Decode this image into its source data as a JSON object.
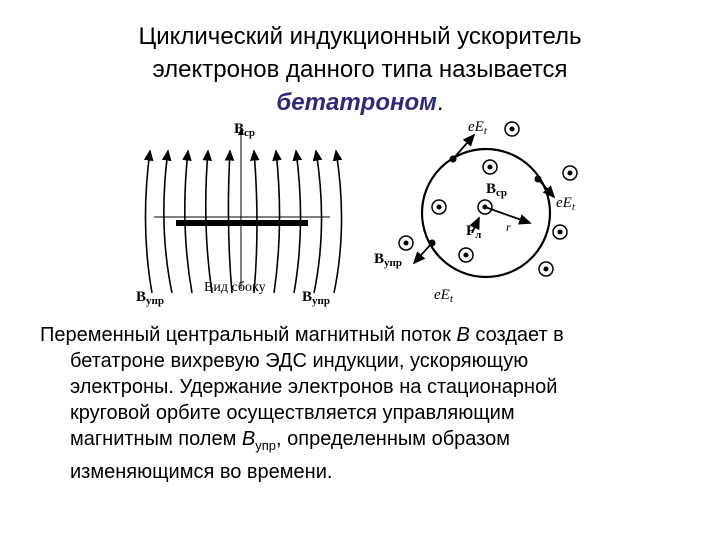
{
  "slide": {
    "title_line1": "Циклический индукционный ускоритель",
    "title_line2": "электронов данного типа называется",
    "title_term": "бетатроном",
    "title_end": "."
  },
  "figure": {
    "left": {
      "top_label_B": "B",
      "top_label_sub": "ср",
      "caption": "Вид сбоку",
      "bottom_left_B": "B",
      "bottom_left_sub": "упр",
      "bottom_right_B": "B",
      "bottom_right_sub": "упр"
    },
    "right": {
      "eEt_top": "eE",
      "eEt_top_sub": "t",
      "eEt_right": "eE",
      "eEt_right_sub": "t",
      "eEt_bottom": "eE",
      "eEt_bottom_sub": "t",
      "bcp_B": "B",
      "bcp_sub": "ср",
      "fl_F": "F",
      "fl_sub": "л",
      "r_label": "r",
      "bupr_B": "B",
      "bupr_sub": "упр"
    }
  },
  "paragraph": {
    "t1": "Переменный центральный магнитный поток ",
    "t2": "B",
    "t3": " создает в",
    "t4": "бетатроне вихревую ЭДС индукции, ускоряющую",
    "t5": "электроны. Удержание электронов на стационарной",
    "t6": "круговой орбите осуществляется управляющим",
    "t7": "магнитным полем ",
    "t8": "B",
    "t9": "упр",
    "t10": ", определенным образом",
    "t11": "изменяющимся во времени."
  }
}
